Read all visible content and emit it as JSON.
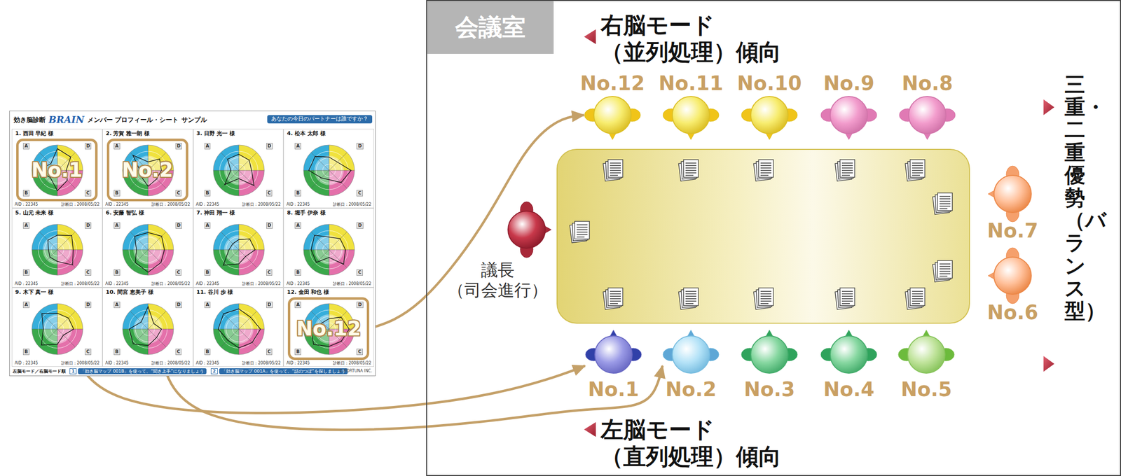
{
  "diagram": {
    "nodes": [
      {
        "text": [
          "効き脳診断",
          "BRAIN",
          "メンバー プロフィール・シート",
          "サンプル",
          "あなたの今日のパートナーは誰ですか？",
          "左脳モード／右脳モード順",
          "1",
          "「効き脳マップ 001B」を使って、“聞き上手”になりましょう",
          "2",
          "「効き脳マップ 001A」を使って、“話のつぼ”を探しましょう",
          "© FORTUNA INC."
        ]
      },
      {
        "text": [
          "1. 西田 早紀 様",
          "A",
          "D",
          "B",
          "C",
          "AID：22345",
          "診断日：2008/05/22"
        ],
        "in": 0
      },
      {
        "text": [
          "2. 芳賀 雅一朗 様",
          "A",
          "D",
          "B",
          "C",
          "AID：22345",
          "診断日：2008/05/22"
        ],
        "in": 0
      },
      {
        "text": [
          "3. 日野 光一 様",
          "A",
          "D",
          "B",
          "C",
          "AID：22345",
          "診断日：2008/05/22"
        ],
        "in": 0
      },
      {
        "text": [
          "4. 松本 太郎 様",
          "A",
          "D",
          "B",
          "C",
          "AID：22345",
          "診断日：2008/05/22"
        ],
        "in": 0
      },
      {
        "text": [
          "5. 山元 未来 様",
          "A",
          "D",
          "B",
          "C",
          "AID：22345",
          "診断日：2008/05/22"
        ],
        "in": 0
      },
      {
        "text": [
          "6. 安藤 智弘 様",
          "A",
          "D",
          "B",
          "C",
          "AID：22345",
          "診断日：2008/05/22"
        ],
        "in": 0
      },
      {
        "text": [
          "7. 神田 翔一 様",
          "A",
          "D",
          "B",
          "C",
          "AID：22345",
          "診断日：2008/05/22"
        ],
        "in": 0
      },
      {
        "text": [
          "8. 堀手 伊奈 様",
          "A",
          "D",
          "B",
          "C",
          "AID：22345",
          "診断日：2008/05/22"
        ],
        "in": 0
      },
      {
        "text": [
          "9. 木下 真一 様",
          "A",
          "D",
          "B",
          "C",
          "AID：22345",
          "診断日：2008/05/22"
        ],
        "in": 0
      },
      {
        "text": [
          "10. 間宮 恵美子 様",
          "A",
          "D",
          "B",
          "C",
          "AID：22345",
          "診断日：2008/05/22"
        ],
        "in": 0
      },
      {
        "text": [
          "11. 谷川 歩 様",
          "A",
          "D",
          "B",
          "C",
          "AID：22345",
          "診断日：2008/05/22"
        ],
        "in": 0
      },
      {
        "text": [
          "12. 金田 和也 様",
          "A",
          "D",
          "B",
          "C",
          "AID：22345",
          "診断日：2008/05/22"
        ],
        "in": 0
      },
      {
        "text": [
          "No.1"
        ],
        "in": 1
      },
      {
        "text": [
          "No.2"
        ],
        "in": 2
      },
      {
        "text": [
          "No.12"
        ],
        "in": 12
      },
      {
        "text": [
          "会議室"
        ]
      },
      {
        "text": [
          "議長 （司会進行）"
        ],
        "in": 16
      },
      {
        "text": [
          "No.12"
        ],
        "in": 16
      },
      {
        "text": [
          "No.11"
        ],
        "in": 16
      },
      {
        "text": [
          "No.10"
        ],
        "in": 16
      },
      {
        "text": [
          "No.9"
        ],
        "in": 16
      },
      {
        "text": [
          "No.8"
        ],
        "in": 16
      },
      {
        "text": [
          "No.7"
        ],
        "in": 16
      },
      {
        "text": [
          "No.6"
        ],
        "in": 16
      },
      {
        "text": [
          "No.1"
        ],
        "in": 16
      },
      {
        "text": [
          "No.2"
        ],
        "in": 16
      },
      {
        "text": [
          "No.3"
        ],
        "in": 16
      },
      {
        "text": [
          "No.4"
        ],
        "in": 16
      },
      {
        "text": [
          "No.5"
        ],
        "in": 16
      }
    ],
    "edges": [
      {
        "from": 13,
        "to": 25,
        "arrow": "to"
      },
      {
        "from": 14,
        "to": 26,
        "arrow": "to"
      },
      {
        "from": 15,
        "to": 18,
        "arrow": "to"
      }
    ],
    "labels": [
      "右脳モード （並列処理）傾向",
      "左脳モード （直列処理）傾向",
      "三重・二重優勢（バランス型）"
    ]
  }
}
